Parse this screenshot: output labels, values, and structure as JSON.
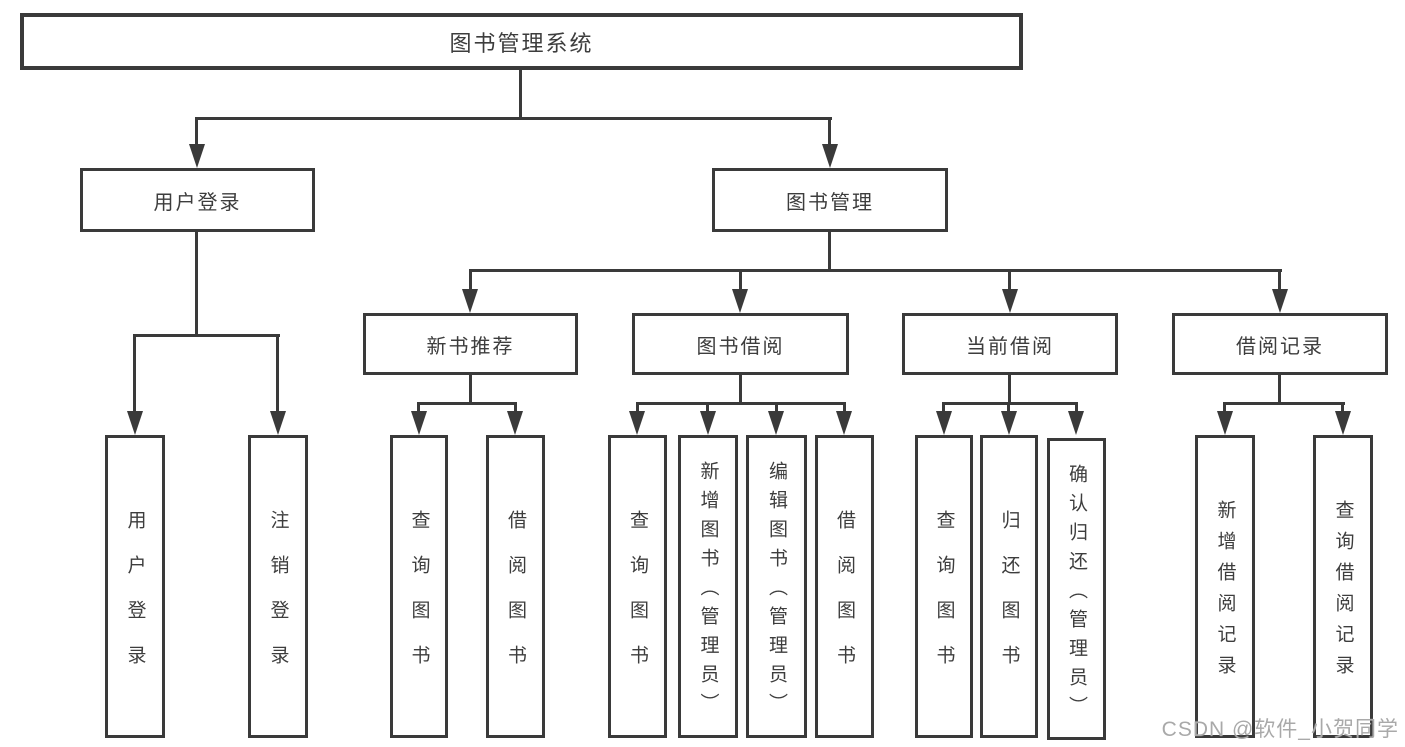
{
  "tree": {
    "root": {
      "label": "图书管理系统"
    },
    "branches": [
      {
        "label": "用户登录",
        "children": [
          "用户登录",
          "注销登录"
        ]
      },
      {
        "label": "图书管理",
        "sections": [
          {
            "label": "新书推荐",
            "children": [
              "查询图书",
              "借阅图书"
            ]
          },
          {
            "label": "图书借阅",
            "children": [
              "查询图书",
              "新增图书（管理员）",
              "编辑图书（管理员）",
              "借阅图书"
            ]
          },
          {
            "label": "当前借阅",
            "children": [
              "查询图书",
              "归还图书",
              "确认归还（管理员）"
            ]
          },
          {
            "label": "借阅记录",
            "children": [
              "新增借阅记录",
              "查询借阅记录"
            ]
          }
        ]
      }
    ]
  },
  "watermark": "CSDN @软件_小贺同学",
  "colors": {
    "line": "#3a3a3a",
    "text": "#3d3d3d",
    "watermark": "#a9a9a9",
    "background": "#ffffff"
  }
}
